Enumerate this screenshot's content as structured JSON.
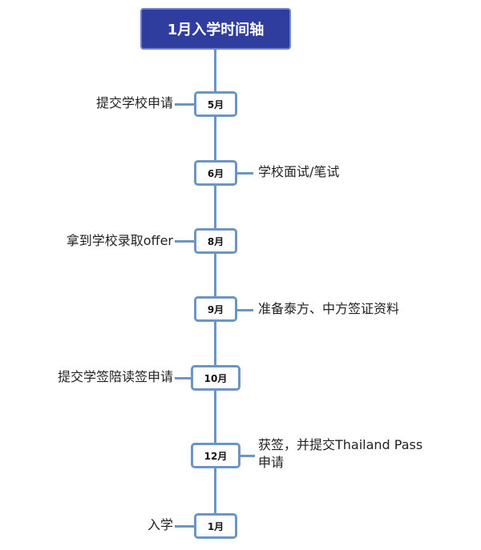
{
  "title": "1月入学时间轴",
  "events": [
    {
      "month": "5月",
      "text": "提交学校申请"
    },
    {
      "month": "6月",
      "text": "学校面试/笔试"
    },
    {
      "month": "8月",
      "text": "拿到学校录取offer"
    },
    {
      "month": "9月",
      "text": "准备泰方、中方签证资料"
    },
    {
      "month": "10月",
      "text": "提交学签陪读签申请"
    },
    {
      "month": "12月",
      "text_line1": "获签，并提交Thailand Pass",
      "text_line2": "申请"
    },
    {
      "month": "1月",
      "text": "入学"
    }
  ],
  "colors": {
    "title_bg": "#2f3e9e",
    "line": "#6c95c3"
  }
}
